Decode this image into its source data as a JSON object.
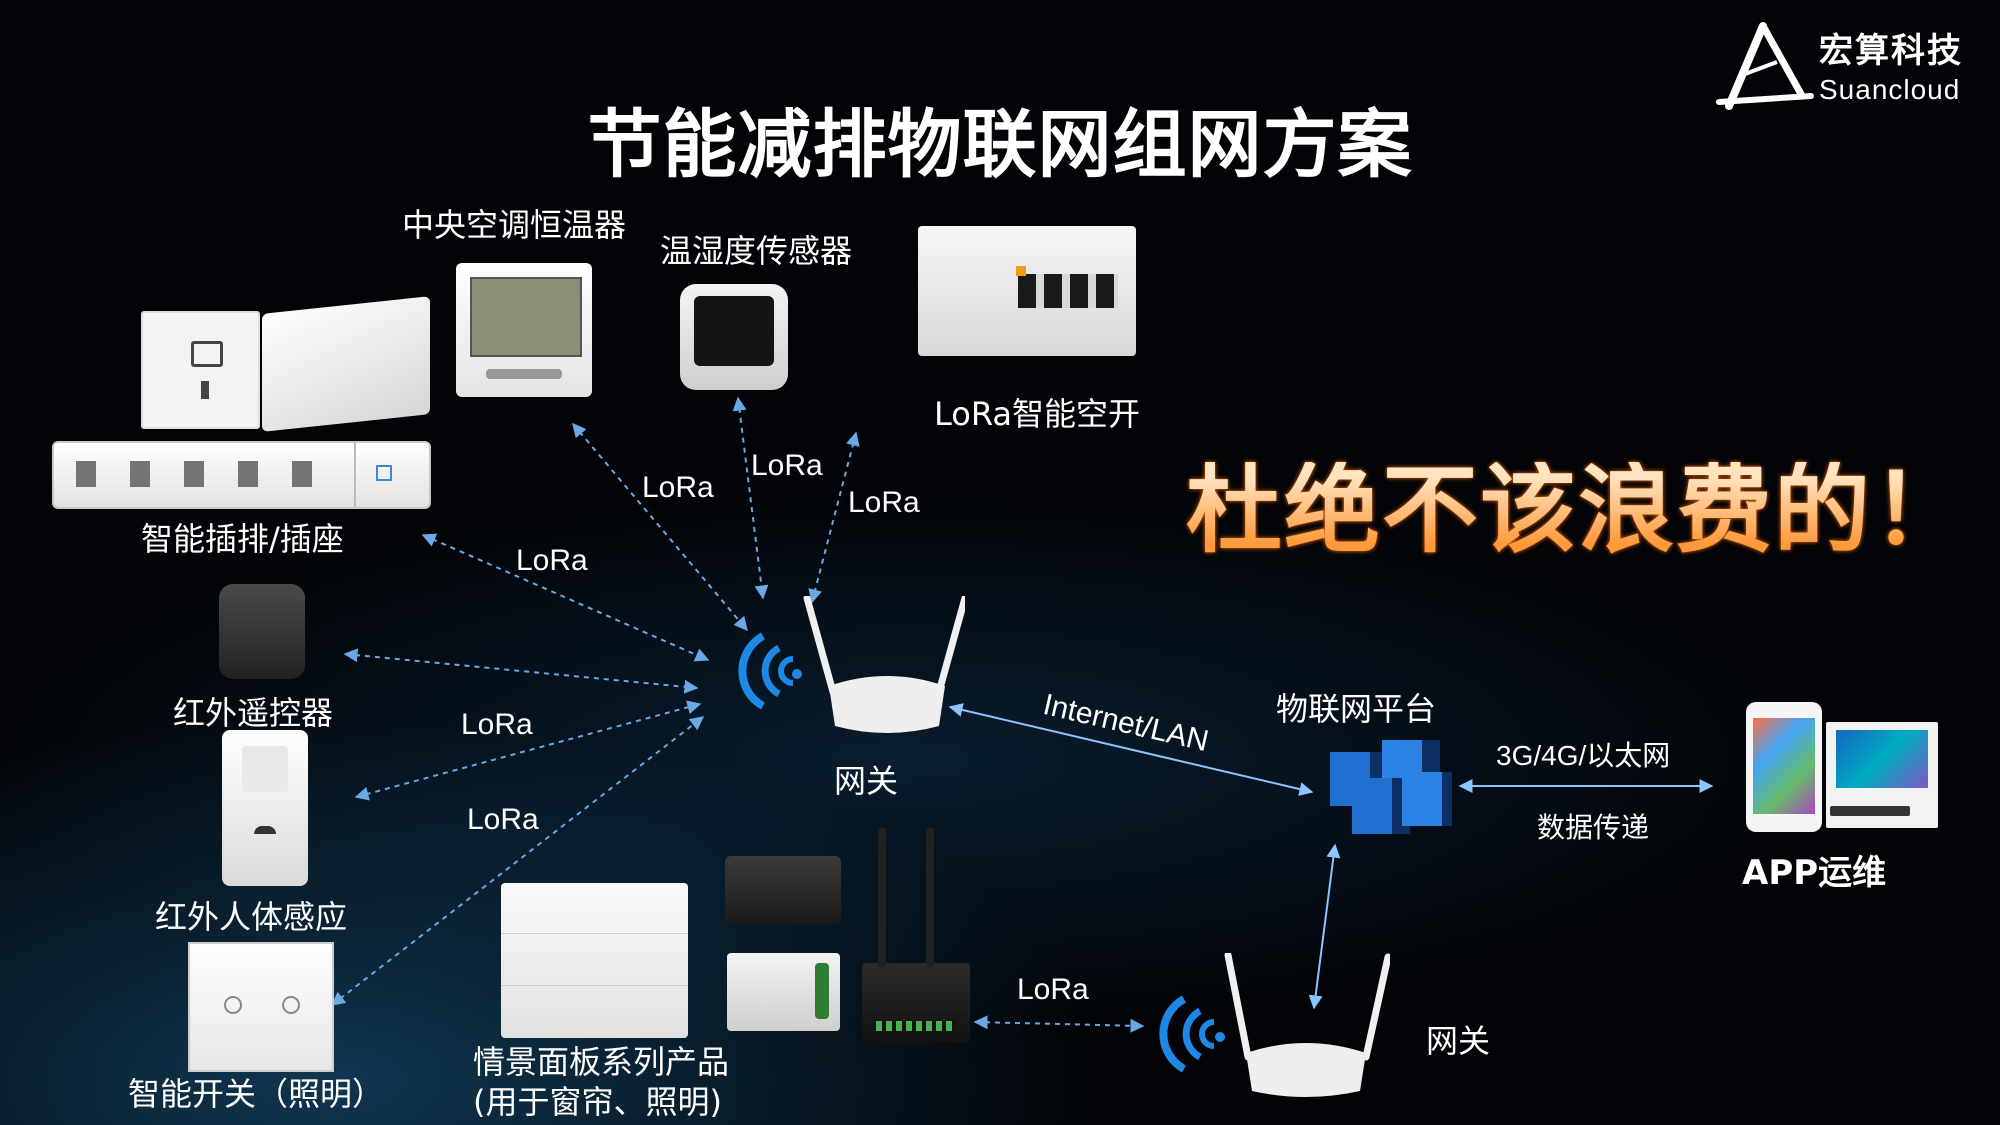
{
  "slide": {
    "title": "节能减排物联网组网方案",
    "slogan": "杜绝不该浪费的！"
  },
  "logo": {
    "name_cn": "宏算科技",
    "name_en": "Suancloud"
  },
  "devices": {
    "thermostat": "中央空调恒温器",
    "humidity_sensor": "温湿度传感器",
    "air_switch": "LoRa智能空开",
    "power_strip": "智能插排/插座",
    "ir_remote": "红外遥控器",
    "pir_sensor": "红外人体感应",
    "smart_switch": "智能开关（照明）",
    "scene_panel_line1": "情景面板系列产品",
    "scene_panel_line2": "(用于窗帘、照明)",
    "gateway_main": "网关",
    "gateway_secondary": "网关",
    "iot_platform": "物联网平台",
    "app": "APP运维"
  },
  "links": {
    "lora_1": "LoRa",
    "lora_2": "LoRa",
    "lora_3": "LoRa",
    "lora_4": "LoRa",
    "lora_5": "LoRa",
    "lora_6": "LoRa",
    "lora_7": "LoRa",
    "internet": "Internet/LAN",
    "cellular": "3G/4G/以太网",
    "data_transfer": "数据传递"
  },
  "colors": {
    "background": "#020407",
    "link_lora": "#6aa8e6",
    "link_solid": "#8cc4ff",
    "slogan_top": "#ffe4c2",
    "slogan_bottom": "#ff9a3c",
    "wifi_signal": "#1e88e5"
  }
}
